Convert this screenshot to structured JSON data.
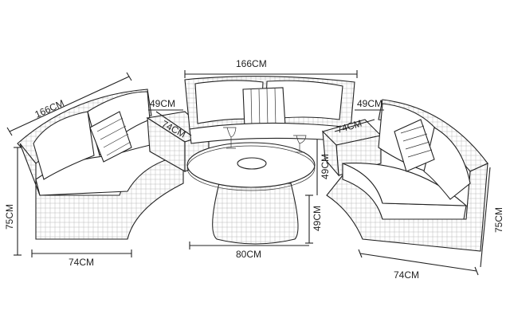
{
  "diagram": {
    "dimensions": {
      "left_sofa_length": "166CM",
      "center_sofa_length": "166CM",
      "left_depth": "49CM",
      "right_depth": "49CM",
      "left_side_width": "74CM",
      "right_side_width": "74CM",
      "table_height": "49CM",
      "sofa_height_right_inner": "49CM",
      "left_height": "75CM",
      "right_height": "75CM",
      "bottom_left_width": "74CM",
      "table_diameter": "80CM",
      "bottom_right_width": "74CM"
    },
    "colors": {
      "line": "#222222",
      "background": "#ffffff"
    }
  }
}
